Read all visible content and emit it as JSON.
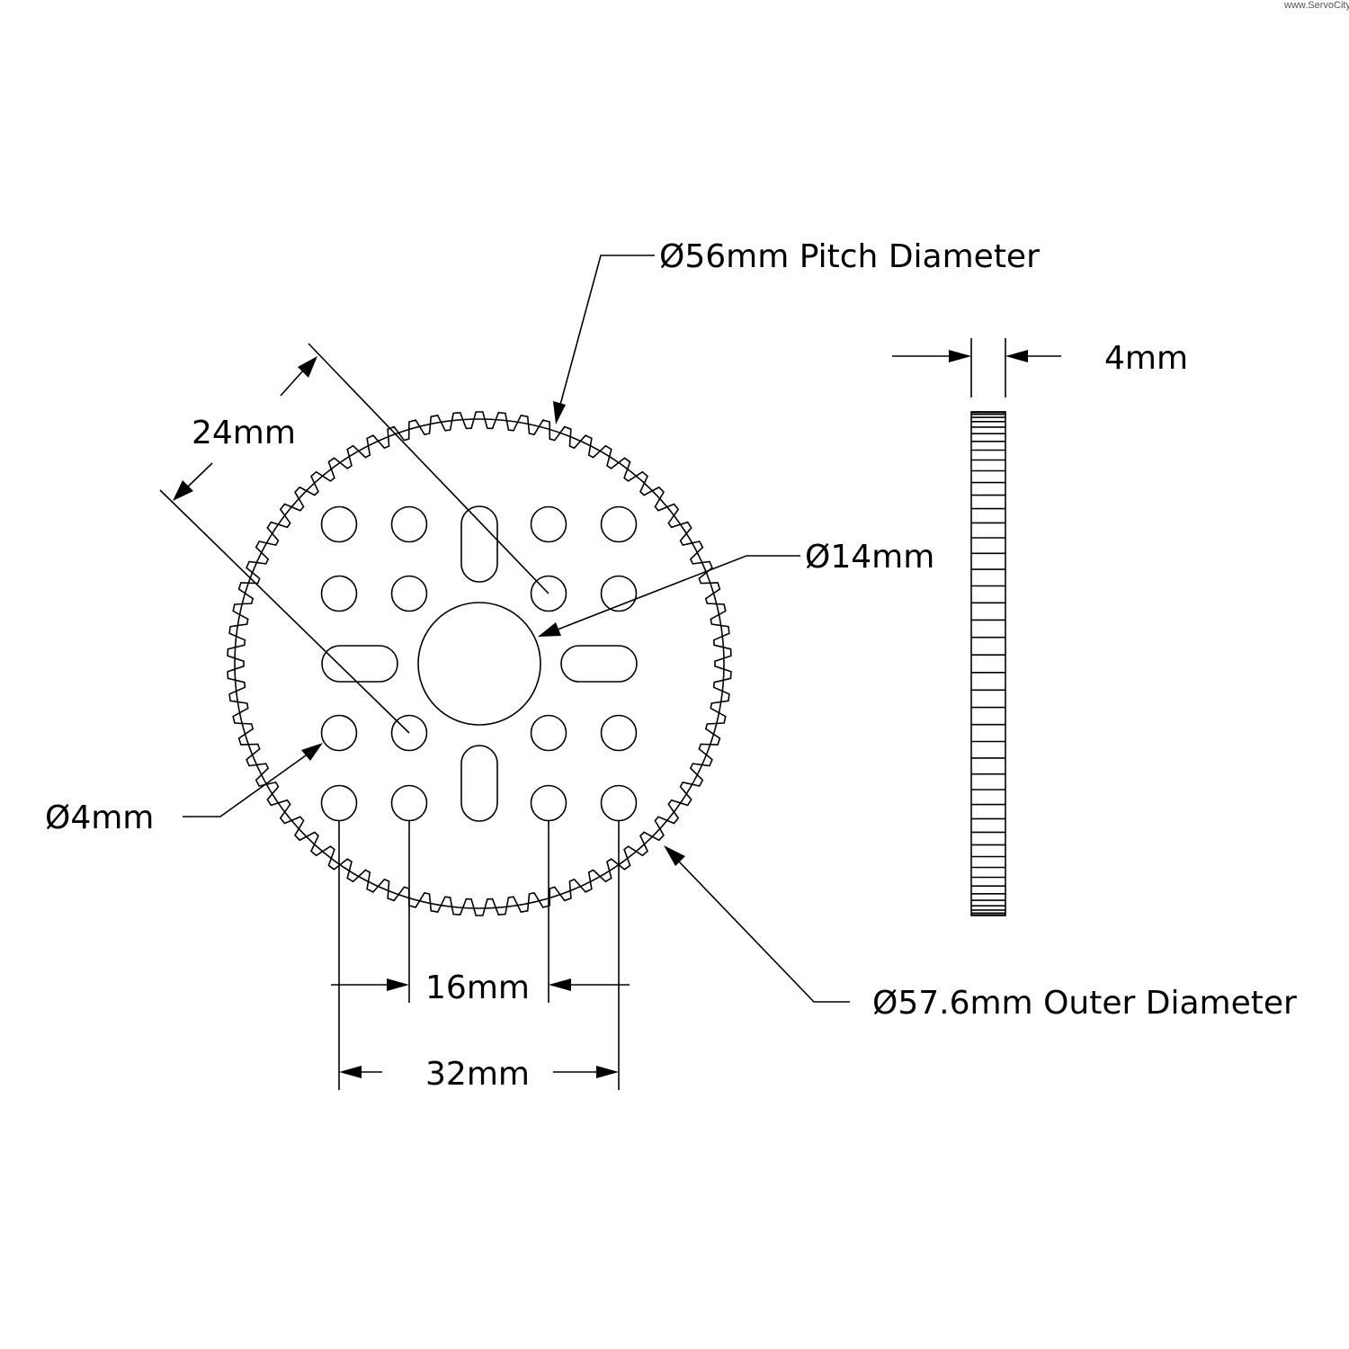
{
  "watermark": "www.ServoCity",
  "gear": {
    "teeth": 70,
    "pitch_diameter_mm": 56,
    "outer_diameter_mm": 57.6,
    "thickness_mm": 4,
    "bore_mm": 14,
    "hole_mm": 4
  },
  "labels": {
    "pitch_diameter": "Ø56mm Pitch Diameter",
    "outer_diameter": "Ø57.6mm Outer Diameter",
    "bore": "Ø14mm",
    "hole": "Ø4mm",
    "diag_spacing": "24mm",
    "inner_spacing": "16mm",
    "outer_spacing": "32mm",
    "thickness": "4mm"
  }
}
